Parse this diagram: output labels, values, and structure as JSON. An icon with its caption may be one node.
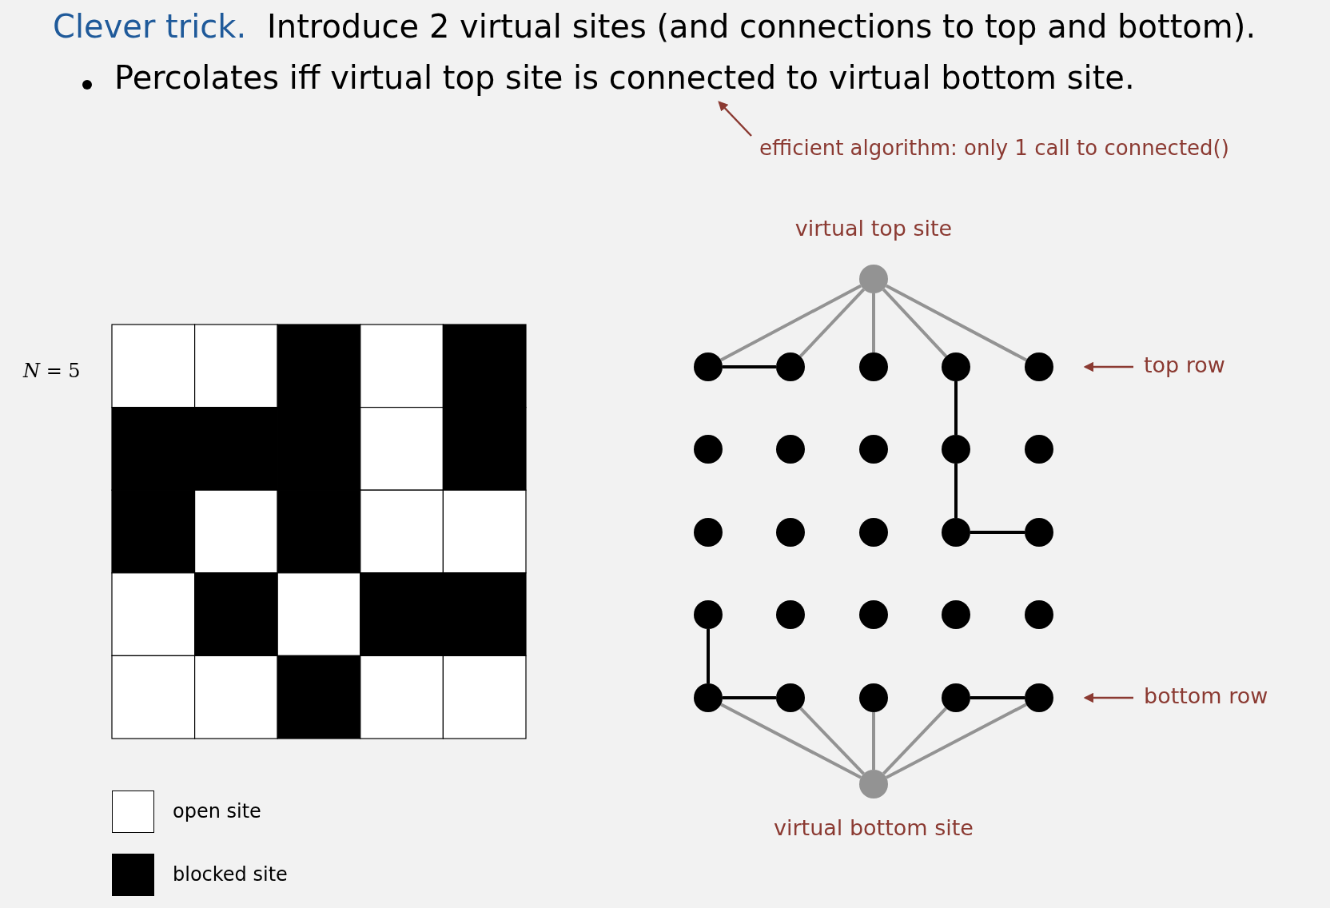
{
  "diagram": {
    "title": "Clever trick.",
    "nodes": [
      {
        "text": [
          "Percolates iff virtual top site is connected to virtual bottom site."
        ]
      },
      {
        "text": [
          "efficient algorithm: only 1 call to connected()"
        ]
      },
      {
        "text": [
          "virtual top site"
        ]
      },
      {
        "text": [],
        "shape": "circle"
      },
      {
        "text": [],
        "shape": "circle"
      },
      {
        "text": [],
        "shape": "circle"
      },
      {
        "text": [],
        "shape": "circle"
      },
      {
        "text": [],
        "shape": "circle"
      },
      {
        "text": [],
        "shape": "circle"
      },
      {
        "text": [],
        "shape": "circle"
      },
      {
        "text": [],
        "shape": "circle"
      },
      {
        "text": [],
        "shape": "circle"
      },
      {
        "text": [],
        "shape": "circle"
      },
      {
        "text": [],
        "shape": "circle"
      },
      {
        "text": [],
        "shape": "circle"
      },
      {
        "text": [],
        "shape": "circle"
      },
      {
        "text": [],
        "shape": "circle"
      },
      {
        "text": [],
        "shape": "circle"
      },
      {
        "text": [],
        "shape": "circle"
      },
      {
        "text": [],
        "shape": "circle"
      },
      {
        "text": [],
        "shape": "circle"
      },
      {
        "text": [],
        "shape": "circle"
      },
      {
        "text": [],
        "shape": "circle"
      },
      {
        "text": [],
        "shape": "circle"
      },
      {
        "text": [],
        "shape": "circle"
      },
      {
        "text": [],
        "shape": "circle"
      },
      {
        "text": [],
        "shape": "circle"
      },
      {
        "text": [],
        "shape": "circle"
      },
      {
        "text": [
          "top row"
        ]
      },
      {
        "text": [
          "bottom row"
        ]
      },
      {
        "text": [
          "virtual bottom site"
        ]
      }
    ],
    "edges": [
      {
        "from": 1,
        "to": 0,
        "arrow": "to",
        "color": "#8b3a32"
      },
      {
        "from": 2,
        "to": 3,
        "arrow": "none"
      },
      {
        "from": 2,
        "to": 4,
        "arrow": "none"
      },
      {
        "from": 2,
        "to": 5,
        "arrow": "none"
      },
      {
        "from": 2,
        "to": 6,
        "arrow": "none"
      },
      {
        "from": 2,
        "to": 7,
        "arrow": "none"
      },
      {
        "from": 28,
        "to": 7,
        "arrow": "to",
        "color": "#8b3a32"
      },
      {
        "from": 3,
        "to": 4,
        "arrow": "none",
        "color": "#000000"
      },
      {
        "from": 6,
        "to": 11,
        "arrow": "none",
        "color": "#000000"
      },
      {
        "from": 11,
        "to": 16,
        "arrow": "none",
        "color": "#000000"
      },
      {
        "from": 16,
        "to": 17,
        "arrow": "none",
        "color": "#000000"
      },
      {
        "from": 18,
        "to": 23,
        "arrow": "none",
        "color": "#000000"
      },
      {
        "from": 23,
        "to": 24,
        "arrow": "none",
        "color": "#000000"
      },
      {
        "from": 26,
        "to": 27,
        "arrow": "none",
        "color": "#000000"
      },
      {
        "from": 29,
        "to": 27,
        "arrow": "to",
        "color": "#8b3a32"
      },
      {
        "from": 30,
        "to": 23,
        "arrow": "none"
      },
      {
        "from": 30,
        "to": 24,
        "arrow": "none"
      },
      {
        "from": 30,
        "to": 25,
        "arrow": "none"
      },
      {
        "from": 30,
        "to": 26,
        "arrow": "none"
      },
      {
        "from": 30,
        "to": 27,
        "arrow": "none"
      }
    ],
    "labels": [
      "Introduce 2 virtual sites (and connections to top and bottom).",
      "*N* = 5"
    ],
    "legend": [
      {
        "text": "open site",
        "color": "#ffffff"
      },
      {
        "text": "blocked site",
        "color": "#000000"
      }
    ]
  }
}
